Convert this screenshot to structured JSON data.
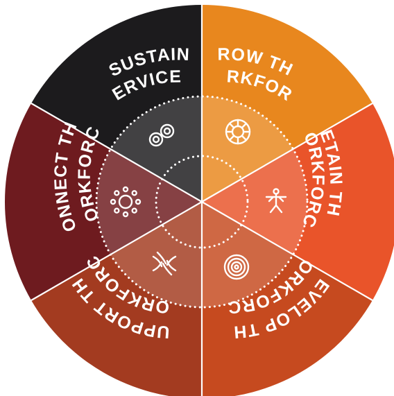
{
  "wheel": {
    "segments": [
      {
        "id": "sustain",
        "line1": "SUSTAIN",
        "line2": "SERVICES",
        "color": "#1c1b1d",
        "icon": "infinity-knot-icon"
      },
      {
        "id": "grow",
        "line1": "GROW THE",
        "line2": "WORKFORCE",
        "color": "#e8871e",
        "icon": "sun-circle-icon"
      },
      {
        "id": "retain",
        "line1": "RETAIN THE",
        "line2": "WORKFORCE",
        "color": "#e9542a",
        "icon": "person-figure-icon"
      },
      {
        "id": "develop",
        "line1": "DEVELOP THE",
        "line2": "WORKFORCE",
        "color": "#c64a1f",
        "icon": "concentric-circles-icon"
      },
      {
        "id": "support",
        "line1": "SUPPORT THE",
        "line2": "WORKFORCE",
        "color": "#a33b20",
        "icon": "interlocking-hands-icon"
      },
      {
        "id": "connect",
        "line1": "CONNECT THE",
        "line2": "WORKFORCE",
        "color": "#6e1b1f",
        "icon": "gathering-circle-icon"
      }
    ]
  }
}
